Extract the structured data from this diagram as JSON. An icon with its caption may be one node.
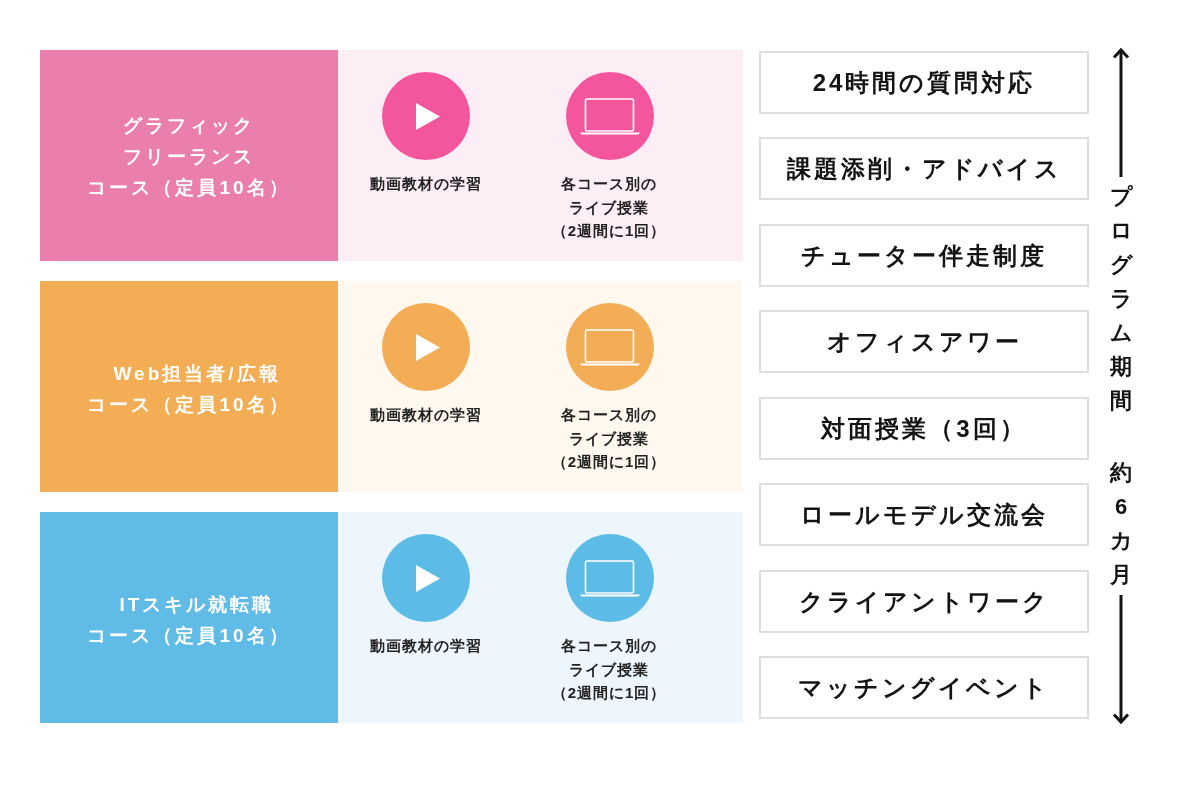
{
  "diagram": {
    "nodes": [
      {
        "text": [
          "グラフィックフリーランスコース（定員10名）"
        ]
      },
      {
        "text": [
          "動画教材の学習",
          "各コース別のライブ授業",
          "（2週間に1回）"
        ]
      },
      {
        "text": [
          "Web担当者/広報コース（定員10名）"
        ]
      },
      {
        "text": [
          "動画教材の学習",
          "各コース別のライブ授業",
          "（2週間に1回）"
        ]
      },
      {
        "text": [
          "ITスキル就転職コース（定員10名）"
        ]
      },
      {
        "text": [
          "動画教材の学習",
          "各コース別のライブ授業",
          "（2週間に1回）"
        ]
      },
      {
        "text": [
          "24時間の質問対応"
        ]
      },
      {
        "text": [
          "課題添削・アドバイス"
        ]
      },
      {
        "text": [
          "チューター伴走制度"
        ]
      },
      {
        "text": [
          "オフィスアワー"
        ]
      },
      {
        "text": [
          "対面授業（3回）"
        ]
      },
      {
        "text": [
          "ロールモデル交流会"
        ]
      },
      {
        "text": [
          "クライアントワーク"
        ]
      },
      {
        "text": [
          "マッチングイベント"
        ]
      }
    ],
    "labels": [
      "プログラム期間",
      "約6カ月"
    ]
  }
}
